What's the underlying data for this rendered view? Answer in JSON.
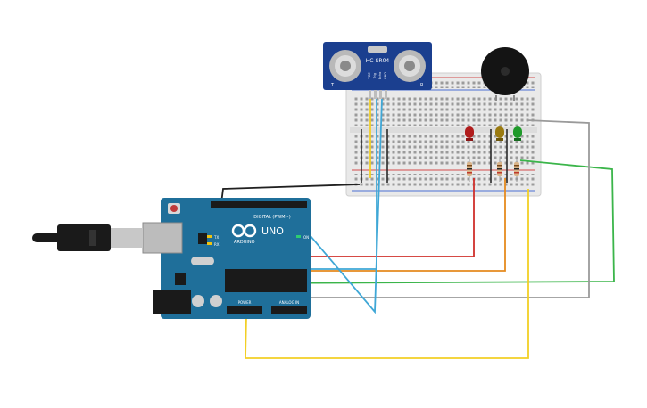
{
  "canvas": {
    "background": "#ffffff"
  },
  "sensor": {
    "label": "HC-SR04",
    "pin_labels": [
      "VCC",
      "Trig",
      "Echo",
      "GND"
    ],
    "side_left": "T",
    "side_right": "R",
    "body_color": "#1b3f8f"
  },
  "arduino": {
    "brand": "ARDUINO",
    "model": "UNO",
    "digital_header_label": "DIGITAL (PWM~)",
    "power_header_label": "POWER",
    "analog_header_label": "ANALOG IN",
    "tx_label": "TX",
    "rx_label": "RX",
    "on_label": "ON",
    "board_color": "#1f6f9a"
  },
  "leds": [
    {
      "name": "red",
      "color": "#b01c1c"
    },
    {
      "name": "yellow",
      "color": "#9a7a10"
    },
    {
      "name": "green",
      "color": "#1f9a2a"
    }
  ],
  "wire_colors": {
    "black": "#202020",
    "red": "#d0302b",
    "orange": "#e58a1f",
    "green": "#3bb54a",
    "gray": "#9a9a9a",
    "yellow": "#f2cf25",
    "blue": "#3fa7d6"
  },
  "buzzer": {
    "color": "#141414"
  }
}
